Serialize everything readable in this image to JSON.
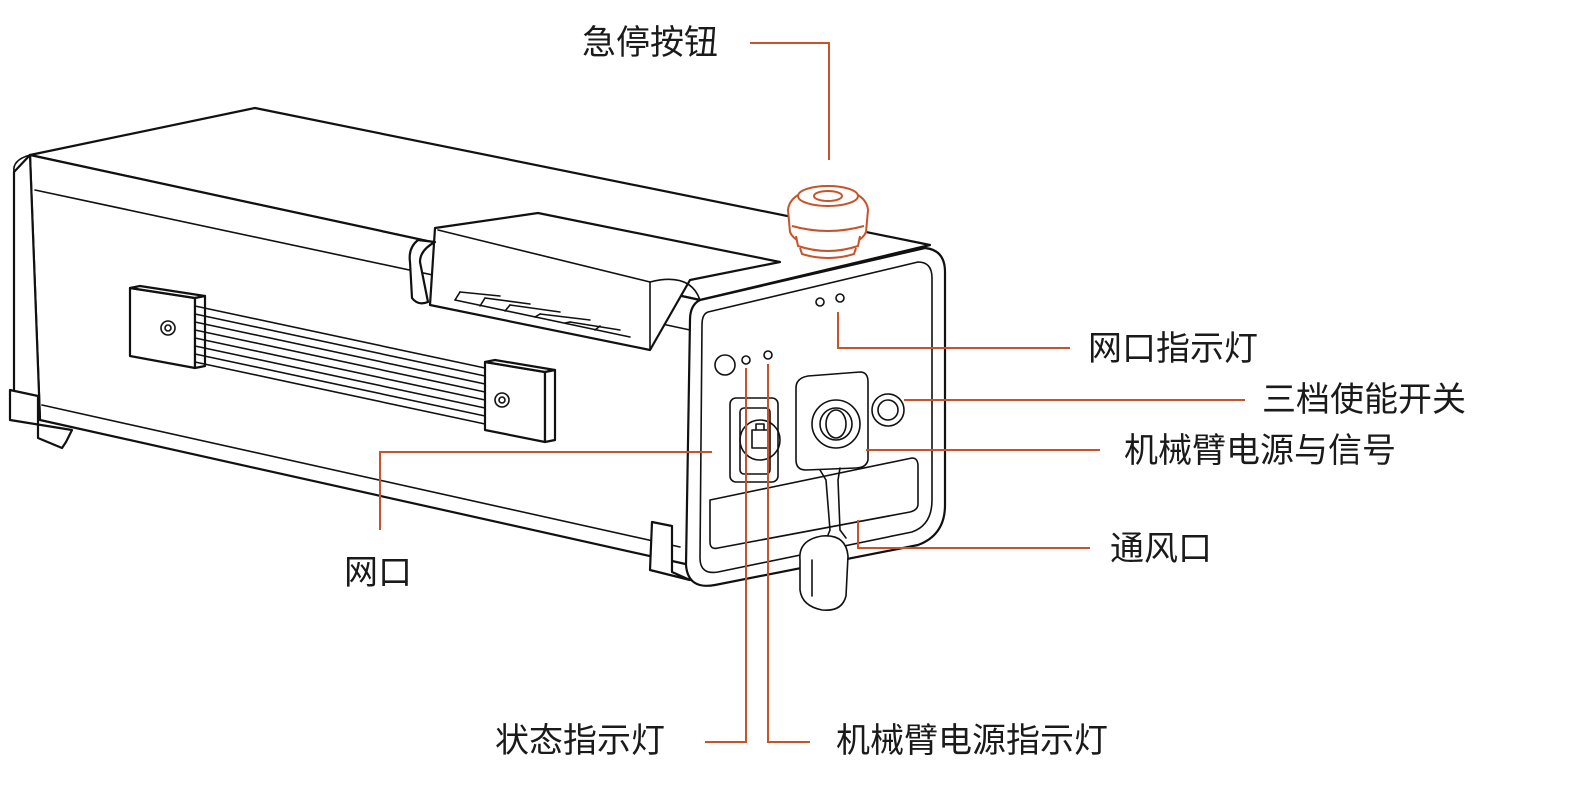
{
  "labels": {
    "emergency_stop": "急停按钮",
    "network_indicator": "网口指示灯",
    "three_position_switch": "三档使能开关",
    "arm_power_signal": "机械臂电源与信号",
    "vent": "通风口",
    "network_port": "网口",
    "status_indicator": "状态指示灯",
    "arm_power_indicator": "机械臂电源指示灯"
  },
  "colors": {
    "leader_line": "#c8532a",
    "estop": "#c8532a",
    "outline": "#111111"
  }
}
